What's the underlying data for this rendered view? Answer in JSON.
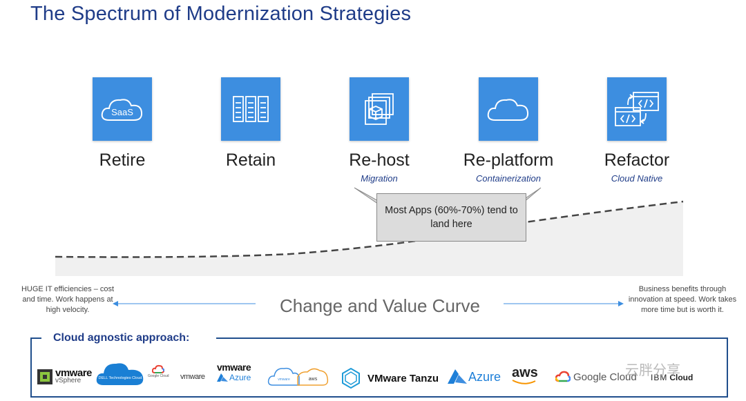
{
  "title": "The Spectrum of Modernization Strategies",
  "strategies": [
    {
      "name": "Retire",
      "subtitle": "",
      "icon": "saas-cloud-icon",
      "icon_text": "SaaS"
    },
    {
      "name": "Retain",
      "subtitle": "",
      "icon": "server-rack-icon"
    },
    {
      "name": "Re-host",
      "subtitle": "Migration",
      "icon": "migration-cube-icon"
    },
    {
      "name": "Re-platform",
      "subtitle": "Containerization",
      "icon": "cloud-outline-icon"
    },
    {
      "name": "Refactor",
      "subtitle": "Cloud Native",
      "icon": "code-refactor-icon"
    }
  ],
  "callout": "Most Apps (60%-70%) tend to land here",
  "curve": {
    "label": "Change and Value Curve",
    "left_text": "HUGE IT efficiencies – cost and time. Work happens at high velocity.",
    "right_text": "Business benefits through innovation at speed. Work takes more time but is worth it."
  },
  "agnostic": {
    "label": "Cloud agnostic approach:",
    "logos": {
      "vmware_vsphere_word": "vmware",
      "vmware_vsphere_sub": "vSphere",
      "dell_cloud": "DELL Technologies Cloud",
      "google_cloud_small": "Google Cloud",
      "vmware_plain": "vmware",
      "vmware_azure_word": "vmware",
      "vmware_azure_sub": "Azure",
      "vmware_aws_cloud": "vmware aws",
      "tanzu": "VMware Tanzu",
      "azure": "Azure",
      "aws": "aws",
      "google_cloud": "Google Cloud",
      "ibm_cloud_ibm": "IBM",
      "ibm_cloud_cloud": "Cloud"
    }
  },
  "watermark": "云胖分享",
  "colors": {
    "title": "#1f3c88",
    "tile": "#3d8ee0",
    "callout_bg": "#dcdcdc",
    "border": "#1f4e8c"
  }
}
